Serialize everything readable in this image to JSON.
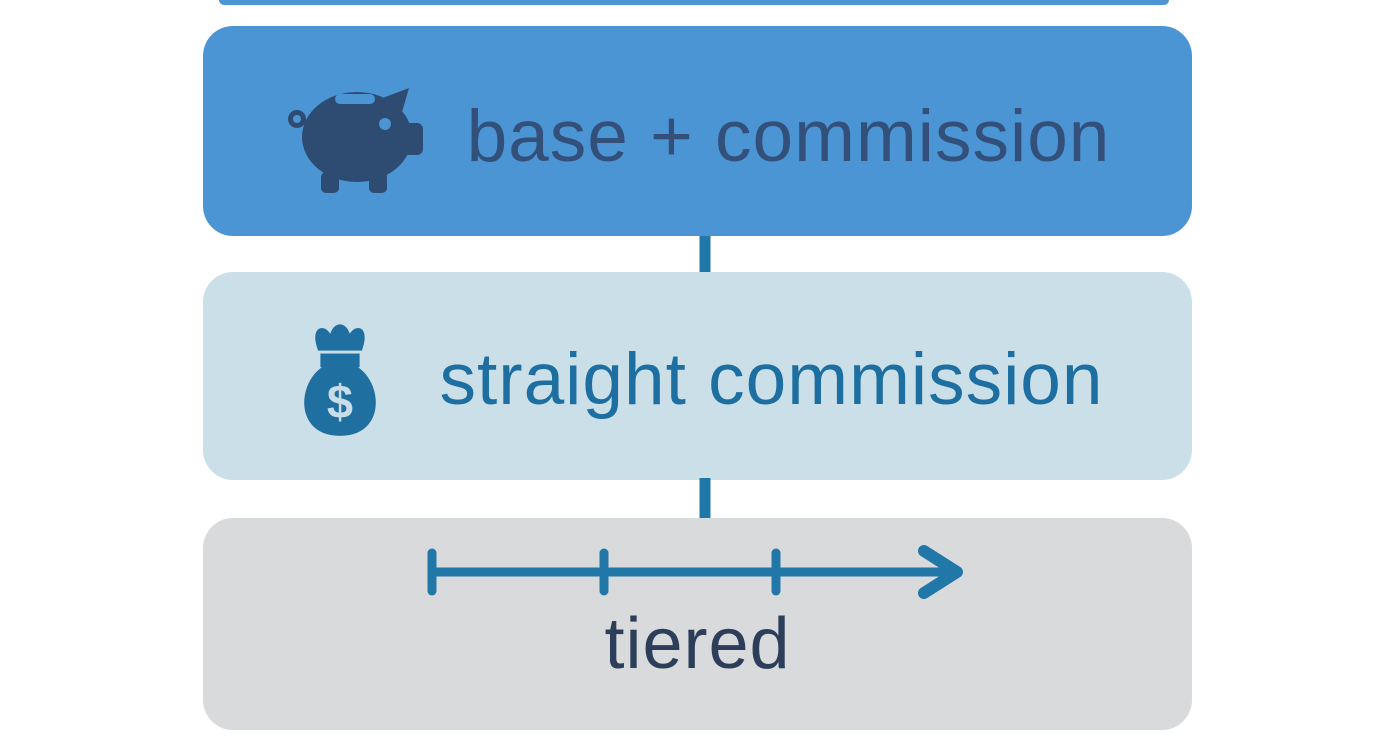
{
  "canvas": {
    "background": "#ffffff"
  },
  "colors": {
    "arrow": "#2277a9",
    "node1_bg": "#4b95d5",
    "node1_fg": "#32507a",
    "node2_bg": "#cbdfe9",
    "node2_fg": "#1e6fa1",
    "node3_bg": "#d8dadc",
    "node3_fg": "#2d3e5b"
  },
  "diagram": {
    "type": "flowchart",
    "direction": "top-down",
    "nodes": [
      {
        "id": "base-plus-commission",
        "label": "base + commission",
        "icon": "piggy-bank-icon",
        "bg": "#4b95d5",
        "text_color": "#32507a"
      },
      {
        "id": "straight-commission",
        "label": "straight commission",
        "icon": "money-bag-icon",
        "icon_symbol": "$",
        "bg": "#cbdfe9",
        "text_color": "#1e6fa1"
      },
      {
        "id": "tiered",
        "label": "tiered",
        "icon": "timeline-arrow-icon",
        "bg": "#d8dadc",
        "text_color": "#2d3e5b"
      }
    ],
    "connectors": [
      {
        "from": "base-plus-commission",
        "to": "straight-commission",
        "style": "down-arrow"
      },
      {
        "from": "straight-commission",
        "to": "tiered",
        "style": "down-arrow"
      }
    ]
  }
}
